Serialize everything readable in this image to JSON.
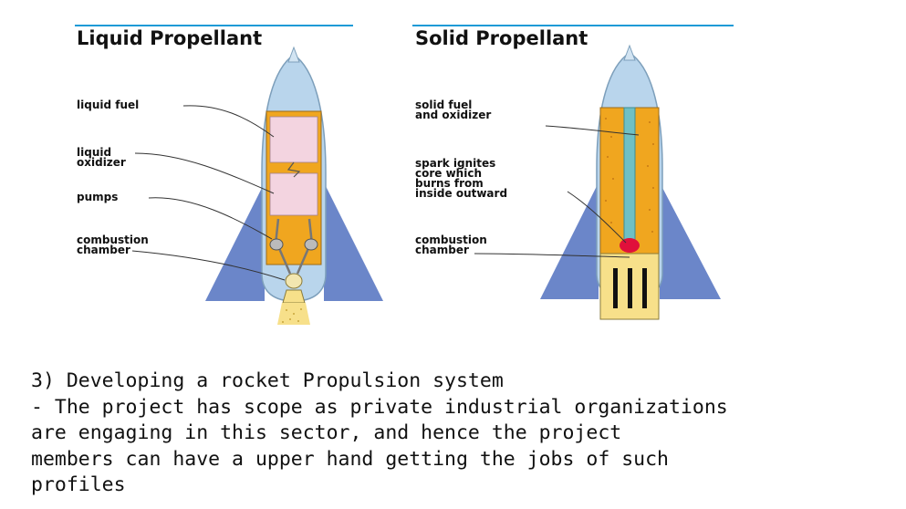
{
  "diagram": {
    "liquid_panel": {
      "title": "Liquid Propellant",
      "labels": {
        "liquid_fuel": "liquid fuel",
        "liquid_oxidizer": "liquid\noxidizer",
        "pumps": "pumps",
        "combustion_chamber": "combustion\nchamber"
      }
    },
    "solid_panel": {
      "title": "Solid Propellant",
      "labels": {
        "solid_fuel": "solid fuel\nand oxidizer",
        "spark": "spark ignites\ncore which\nburns from\ninside outward",
        "combustion_chamber": "combustion\nchamber"
      }
    },
    "colors": {
      "rocket_body": "#b9d5ec",
      "fins": "#6b86c9",
      "propellant_orange": "#f0a61f",
      "tank_pink": "#f3d4e0",
      "core_teal": "#6fc0c4",
      "spark_red": "#e0103b",
      "exhaust_yellow": "#f7e08a",
      "title_rule": "#1d9ad6"
    }
  },
  "caption": {
    "lines": [
      "3) Developing a rocket Propulsion system",
      "- The project has scope as private industrial organizations",
      "are engaging in this sector, and hence the project",
      "members can have a upper hand getting the jobs of such",
      "profiles"
    ]
  }
}
